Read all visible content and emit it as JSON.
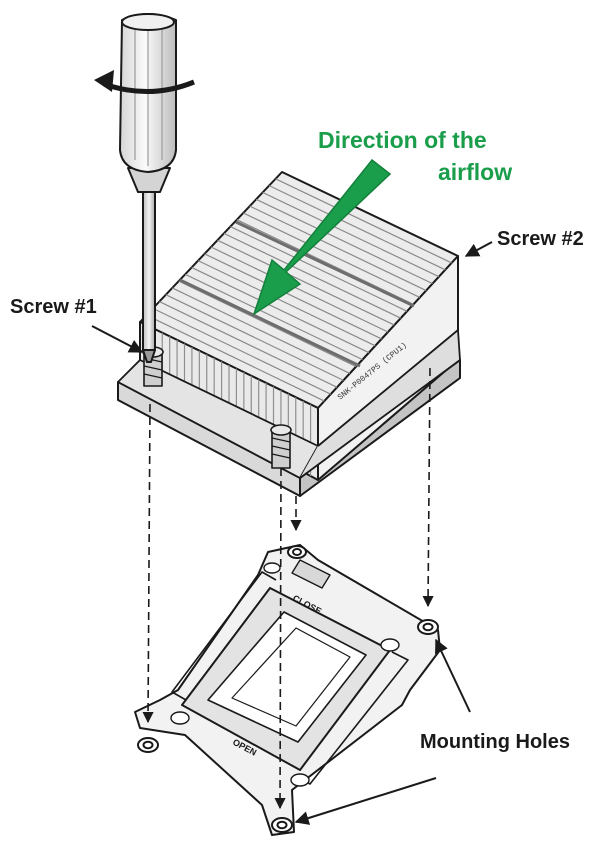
{
  "labels": {
    "airflow_line1": "Direction of the",
    "airflow_line2": "airflow",
    "screw2": "Screw #2",
    "screw1": "Screw #1",
    "mounting_holes": "Mounting Holes"
  },
  "heatsink_marking": "SNK-P0047PS  (CPU1)",
  "socket_marking_top": "CLOSE",
  "socket_marking_bottom": "OPEN",
  "colors": {
    "airflow_arrow": "#1a9e4b",
    "line": "#1a1a1a",
    "fin": "#9a9a9a",
    "metal": "#e6e6e6"
  },
  "icons": [
    "screwdriver-icon",
    "rotation-arrow-icon",
    "airflow-arrow-icon",
    "heatsink-icon",
    "cpu-socket-bracket-icon"
  ]
}
